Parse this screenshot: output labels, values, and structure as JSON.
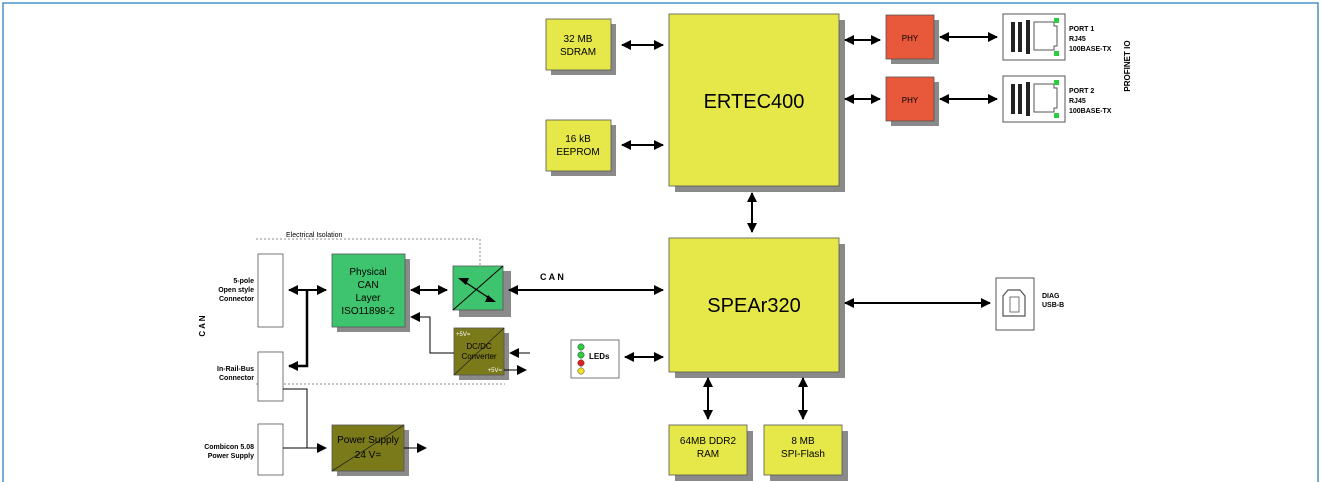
{
  "colors": {
    "frame": "#4a90c8",
    "yellow": "#e6e84a",
    "olive": "#7a7a1a",
    "green": "#3ec46e",
    "phy": "#e8583a",
    "shadow": "#8a8a8a",
    "line": "#000000"
  },
  "blocks": {
    "sdram": [
      "32 MB",
      "SDRAM"
    ],
    "eeprom": [
      "16 kB",
      "EEPROM"
    ],
    "ertec": "ERTEC400",
    "spear": "SPEAr320",
    "phy1": "PHY",
    "phy2": "PHY",
    "ddr2": [
      "64MB DDR2",
      "RAM"
    ],
    "spiflash": [
      "8 MB",
      "SPI-Flash"
    ],
    "physical_can": [
      "Physical",
      "CAN",
      "Layer",
      "ISO11898-2"
    ],
    "dcdc": [
      "DC/DC",
      "Converter"
    ],
    "dcdc_in": "+5V=",
    "dcdc_out": "+5V=",
    "power_supply": [
      "Power Supply",
      "24 V="
    ],
    "leds": "LEDs"
  },
  "ports": {
    "port1": [
      "PORT 1",
      "RJ45",
      "100BASE-TX"
    ],
    "port2": [
      "PORT 2",
      "RJ45",
      "100BASE-TX"
    ],
    "profinet": "PROFINET IO",
    "diag": [
      "DIAG",
      "USB-B"
    ]
  },
  "connectors": {
    "open_style": [
      "5-pole",
      "Open style",
      "Connector"
    ],
    "in_rail": [
      "In-Rail-Bus",
      "Connector"
    ],
    "combicon": [
      "Combicon 5.08",
      "Power Supply"
    ],
    "can_side": "C A N"
  },
  "labels": {
    "electrical_isolation": "Electrical Isolation",
    "can_bus": "C A N"
  },
  "icons": [
    "rj45-port-icon",
    "usb-b-port-icon",
    "isolator-icon",
    "led-indicator-icon"
  ]
}
